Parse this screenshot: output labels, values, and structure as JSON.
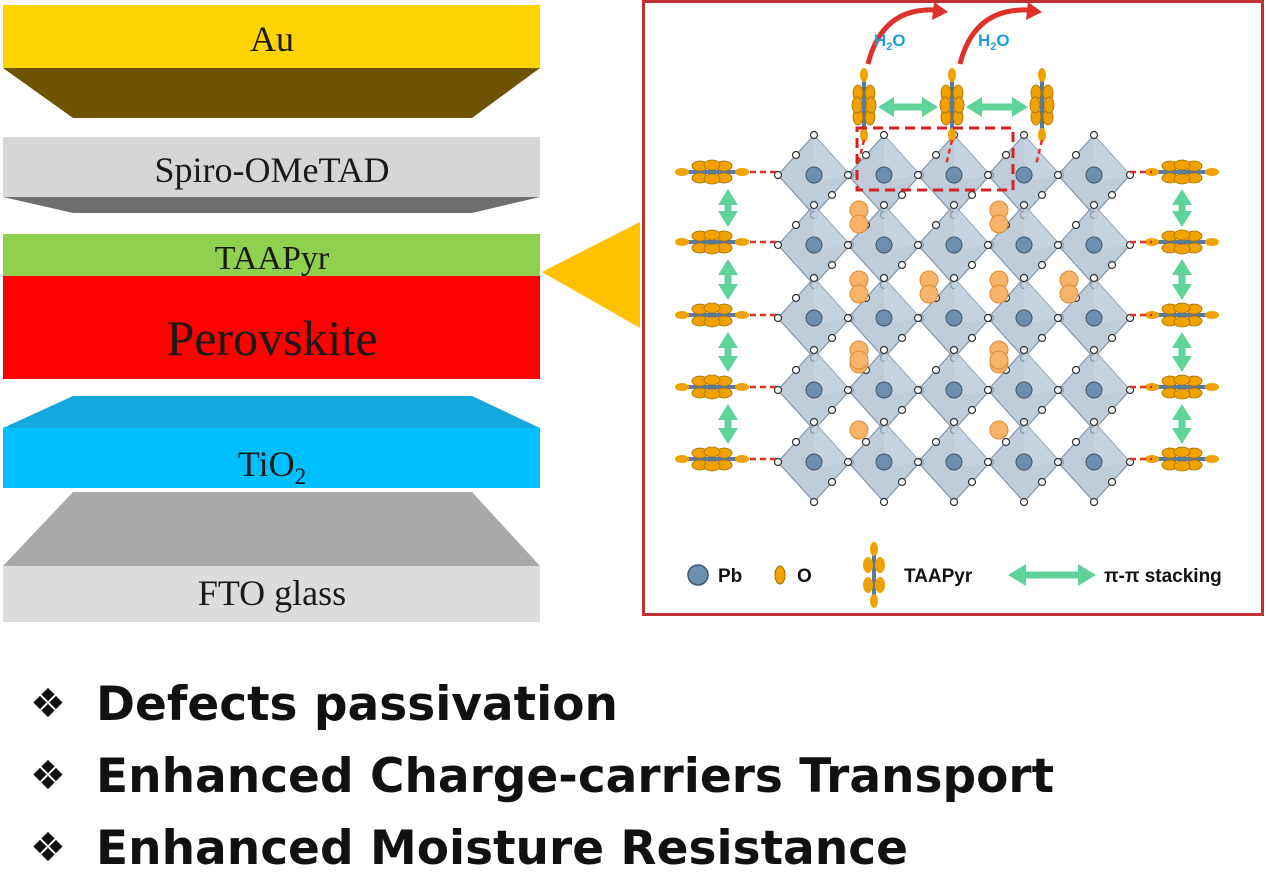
{
  "layers": {
    "au": "Au",
    "spiro": "Spiro-OMeTAD",
    "taapyr": "TAAPyr",
    "perovskite": "Perovskite",
    "tio2_main": "TiO",
    "tio2_sub": "2",
    "fto": "FTO glass"
  },
  "colors": {
    "au": "#ffd400",
    "au_side": "#6e5304",
    "spiro": "#d6d6d6",
    "spiro_side": "#6f6f6f",
    "taapyr": "#8fd14f",
    "perovskite": "#ff0000",
    "tio2": "#00b4ee",
    "fto": "#dcdcdc",
    "fto_top": "#a9a9a9",
    "callout": "#ffc000",
    "panel_border": "#c0302f",
    "pi_arrow": "#5fd39a"
  },
  "panel": {
    "water_top": "H",
    "water_sub": "2",
    "water_tail": "O",
    "legend": {
      "pb": "Pb",
      "o": "O",
      "taapyr": "TAAPyr",
      "stacking": "π-π stacking"
    }
  },
  "bullets": {
    "icon": "❖",
    "items": [
      "Defects passivation",
      "Enhanced Charge-carriers Transport",
      "Enhanced Moisture Resistance"
    ]
  }
}
